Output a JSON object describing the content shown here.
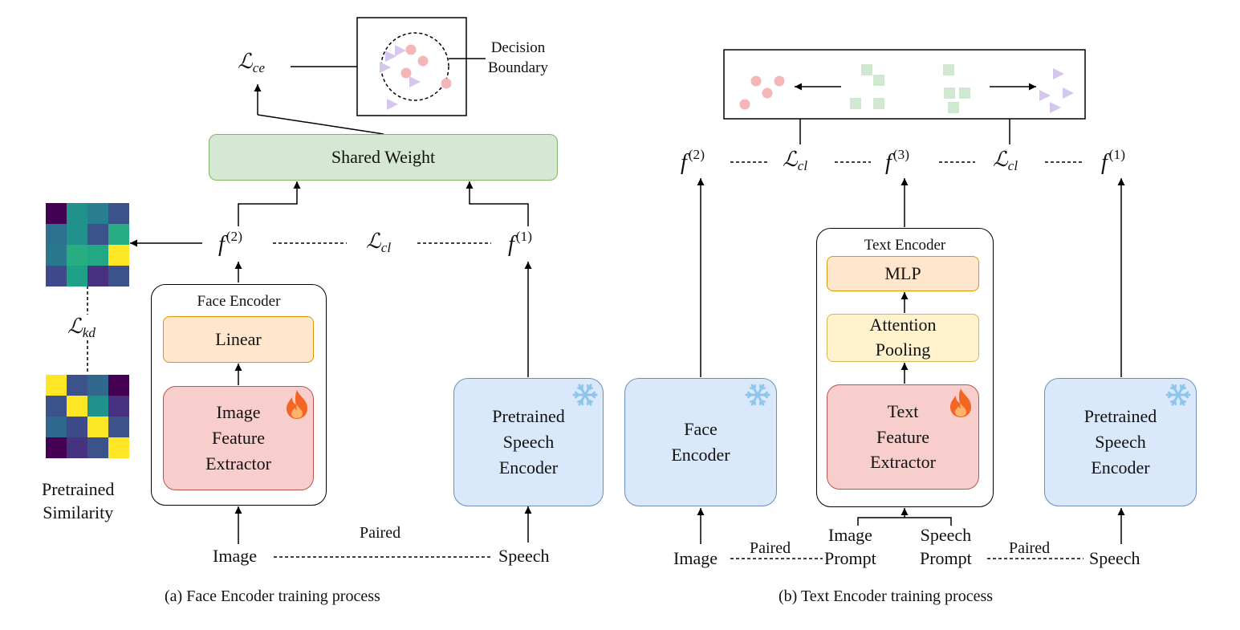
{
  "panel_a": {
    "caption": "(a) Face Encoder training process",
    "loss_ce": {
      "sym": "ℒ",
      "sub": "ce"
    },
    "loss_kd": {
      "sym": "ℒ",
      "sub": "kd"
    },
    "loss_cl": {
      "sym": "ℒ",
      "sub": "cl"
    },
    "decision_boundary_label": "Decision\nBoundary",
    "shared_weight_label": "Shared Weight",
    "f2": {
      "base": "f",
      "sup": "(2)"
    },
    "f1": {
      "base": "f",
      "sup": "(1)"
    },
    "face_encoder_title": "Face Encoder",
    "linear_label": "Linear",
    "image_feature_extractor_label": "Image\nFeature\nExtractor",
    "pretrained_speech_encoder_label": "Pretrained\nSpeech\nEncoder",
    "pretrained_similarity_label": "Pretrained\nSimilarity",
    "image_label": "Image",
    "speech_label": "Speech",
    "paired_label": "Paired"
  },
  "panel_b": {
    "caption": "(b) Text Encoder training process",
    "f2": {
      "base": "f",
      "sup": "(2)"
    },
    "f3": {
      "base": "f",
      "sup": "(3)"
    },
    "f1": {
      "base": "f",
      "sup": "(1)"
    },
    "loss_cl_left": {
      "sym": "ℒ",
      "sub": "cl"
    },
    "loss_cl_right": {
      "sym": "ℒ",
      "sub": "cl"
    },
    "face_encoder_label": "Face\nEncoder",
    "text_encoder_title": "Text Encoder",
    "mlp_label": "MLP",
    "attention_pooling_label": "Attention\nPooling",
    "text_feature_extractor_label": "Text\nFeature\nExtractor",
    "pretrained_speech_encoder_label": "Pretrained\nSpeech\nEncoder",
    "image_label": "Image",
    "image_prompt_label": "Image\nPrompt",
    "speech_prompt_label": "Speech\nPrompt",
    "speech_label": "Speech",
    "paired_left_label": "Paired",
    "paired_right_label": "Paired"
  },
  "icons": {
    "trainable": "flame-icon",
    "frozen": "snowflake-icon"
  },
  "colors": {
    "green_fill": "#d5e8d4",
    "green_stroke": "#82b366",
    "orange_fill": "#ffe6cc",
    "orange_stroke": "#d79b00",
    "yellow_fill": "#fff2cc",
    "yellow_stroke": "#d6b656",
    "red_fill": "#f8cecc",
    "red_stroke": "#b85450",
    "blue_fill": "#dae8fc",
    "blue_stroke": "#6c8ebf",
    "flame": "#f26522",
    "snowflake": "#8ec5ea",
    "dot_pink": "#f4b6b6",
    "tri_lavender": "#d4c6ec",
    "square_green": "#cfe8cf"
  },
  "heatmaps": {
    "learned": [
      [
        "#440154",
        "#21918c",
        "#287d8e",
        "#3b528b"
      ],
      [
        "#2c728e",
        "#21918c",
        "#3b528b",
        "#27ad81"
      ],
      [
        "#2a788e",
        "#27ad81",
        "#22a884",
        "#fde725"
      ],
      [
        "#3e4a89",
        "#1fa187",
        "#46327e",
        "#3b528b"
      ]
    ],
    "pretrained": [
      [
        "#fde725",
        "#3b528b",
        "#31688e",
        "#440154"
      ],
      [
        "#3b528b",
        "#fde725",
        "#21918c",
        "#46327e"
      ],
      [
        "#31688e",
        "#3e4a89",
        "#fde725",
        "#3b528b"
      ],
      [
        "#440154",
        "#46327e",
        "#3b528b",
        "#fde725"
      ]
    ]
  }
}
